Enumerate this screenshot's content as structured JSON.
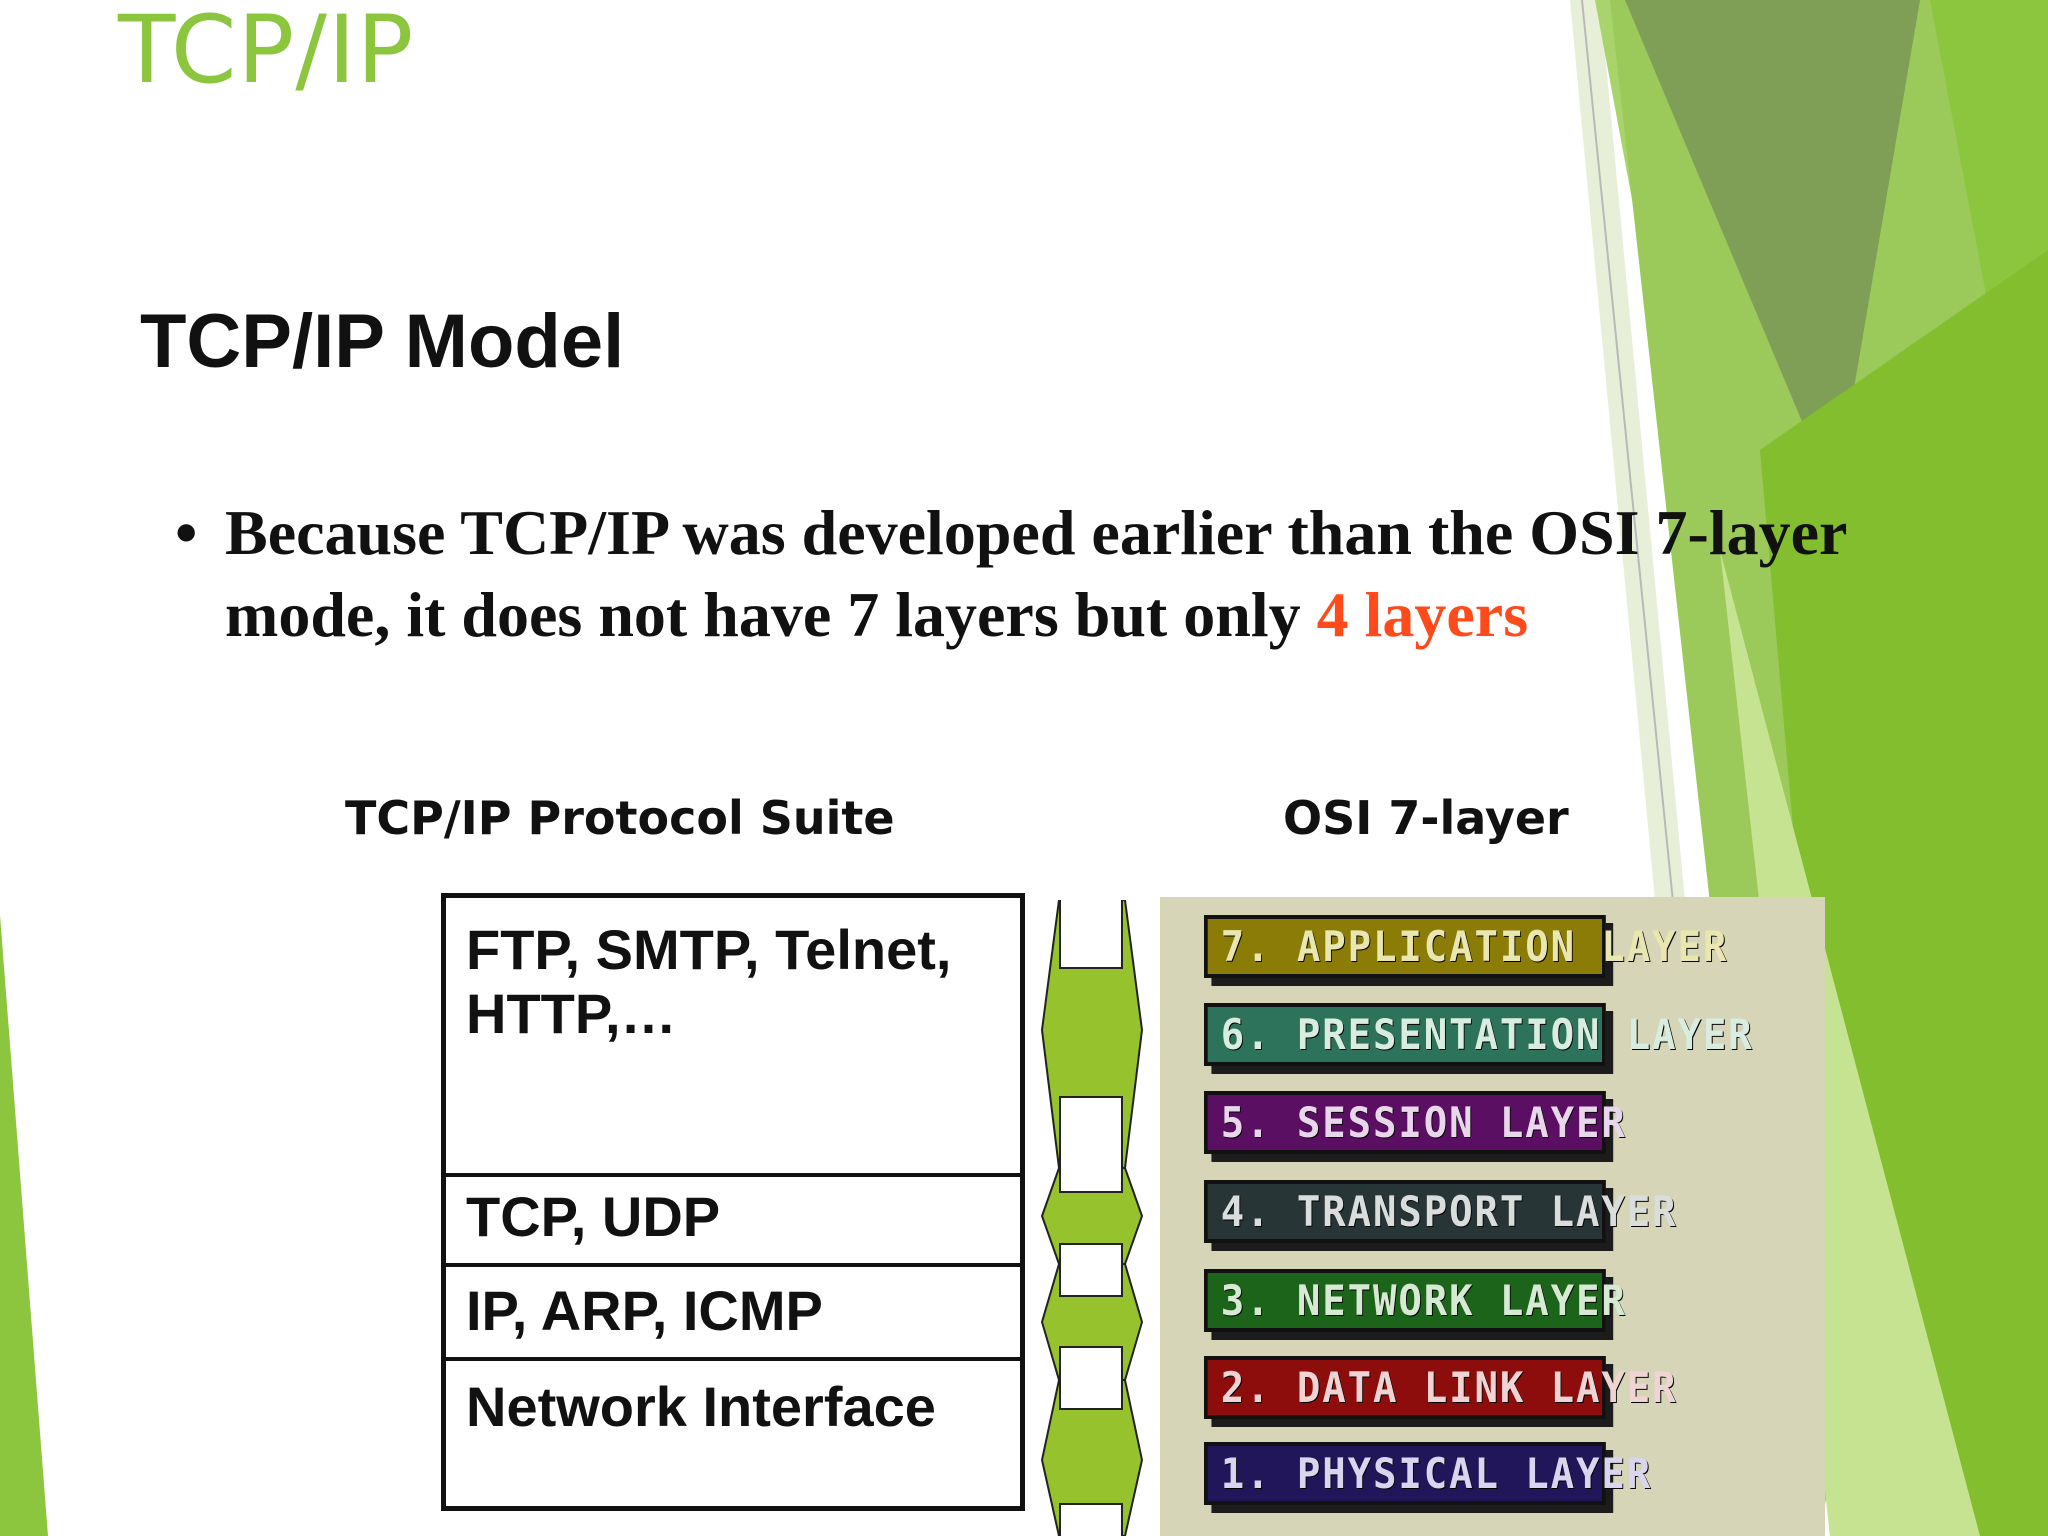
{
  "slide": {
    "title": "TCP/IP",
    "heading": "TCP/IP Model",
    "bullet": {
      "symbol": "•",
      "line1": "Because TCP/IP was developed earlier than the OSI 7-layer",
      "line2_prefix": "mode, it does not have 7 layers but only ",
      "line2_highlight": "4 layers"
    }
  },
  "diagram": {
    "tcpip_label": "TCP/IP Protocol Suite",
    "osi_label": "OSI 7-layer",
    "tcpip_layers": [
      {
        "line1": "FTP, SMTP, Telnet,",
        "line2": "HTTP,…"
      },
      {
        "line1": "TCP, UDP"
      },
      {
        "line1": "IP, ARP, ICMP"
      },
      {
        "line1": "Network Interface"
      }
    ],
    "osi_layers": [
      "7. APPLICATION LAYER",
      "6. PRESENTATION LAYER",
      "5. SESSION LAYER",
      "4. TRANSPORT LAYER",
      "3. NETWORK LAYER",
      "2. DATA LINK LAYER",
      "1. PHYSICAL LAYER"
    ]
  },
  "colors": {
    "title_green": "#8cc63f",
    "highlight_red": "#ff4a1c",
    "connector_green": "#95c22d",
    "osi_panel": "#d6d5b8"
  }
}
